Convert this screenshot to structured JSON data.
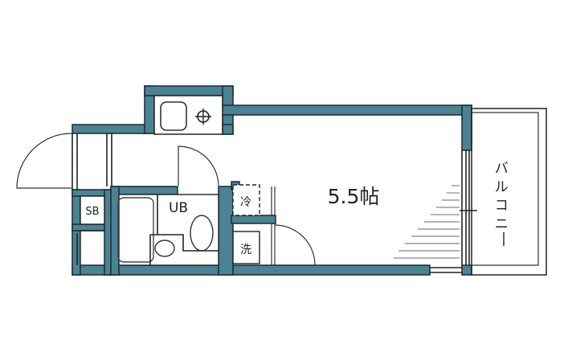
{
  "floor_plan": {
    "colors": {
      "wall": "#4a8393",
      "wall_outline": "#1d2a30",
      "line": "#222222",
      "hatch": "#9a9a9a",
      "background": "#ffffff"
    },
    "rooms": {
      "main_room": {
        "label": "5.5帖",
        "meaning": "5.5 tatami main room"
      },
      "unit_bath": {
        "label": "UB"
      },
      "shoe_box": {
        "label": "SB"
      },
      "refrigerator": {
        "label": "冷"
      },
      "washer": {
        "label": "洗"
      },
      "balcony": {
        "label": "バルコニー"
      }
    },
    "fixtures": [
      "kitchen-sink",
      "gas-stove",
      "bathtub",
      "wash-basin",
      "toilet"
    ]
  }
}
